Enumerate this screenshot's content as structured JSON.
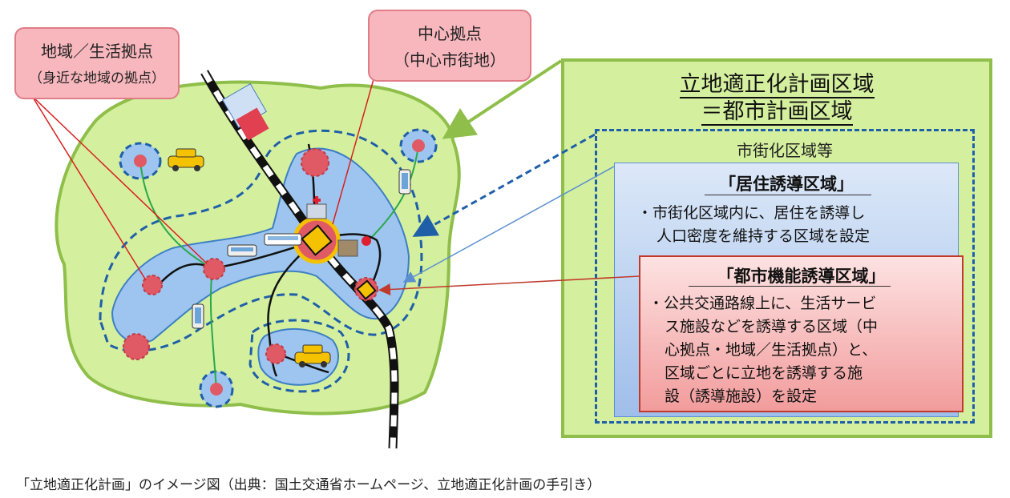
{
  "callouts": {
    "local_line1": "地域／生活拠点",
    "local_line2": "（身近な地域の拠点）",
    "center_line1": "中心拠点",
    "center_line2": "（中心市街地）"
  },
  "legend": {
    "title_line1": "立地適正化計画区域",
    "title_line2": "＝都市計画区域",
    "urbanization_label": "市街化区域等",
    "residential": {
      "title": "「居住誘導区域」",
      "lines": [
        "・市街化区域内に、居住を誘導し",
        "人口密度を維持する区域を設定"
      ]
    },
    "urban_function": {
      "title": "「都市機能誘導区域」",
      "lines": [
        "・公共交通路線上に、生活サービ",
        "ス施設などを誘導する区域（中",
        "心拠点・地域／生活拠点）と、",
        "区域ごとに立地を誘導する施",
        "設（誘導施設）を設定"
      ]
    }
  },
  "caption": "「立地適正化計画」のイメージ図（出典：国土交通省ホームページ、立地適正化計画の手引き）",
  "colors": {
    "planning_area": "#d4ef9e",
    "planning_border": "#8fbf4a",
    "residential_zone": "#9dc5ef",
    "zone_dash": "#1f5fa8",
    "hub_red": "#e05a66",
    "callout_fill": "#f7b7bd",
    "route_green": "#2aa84a"
  }
}
